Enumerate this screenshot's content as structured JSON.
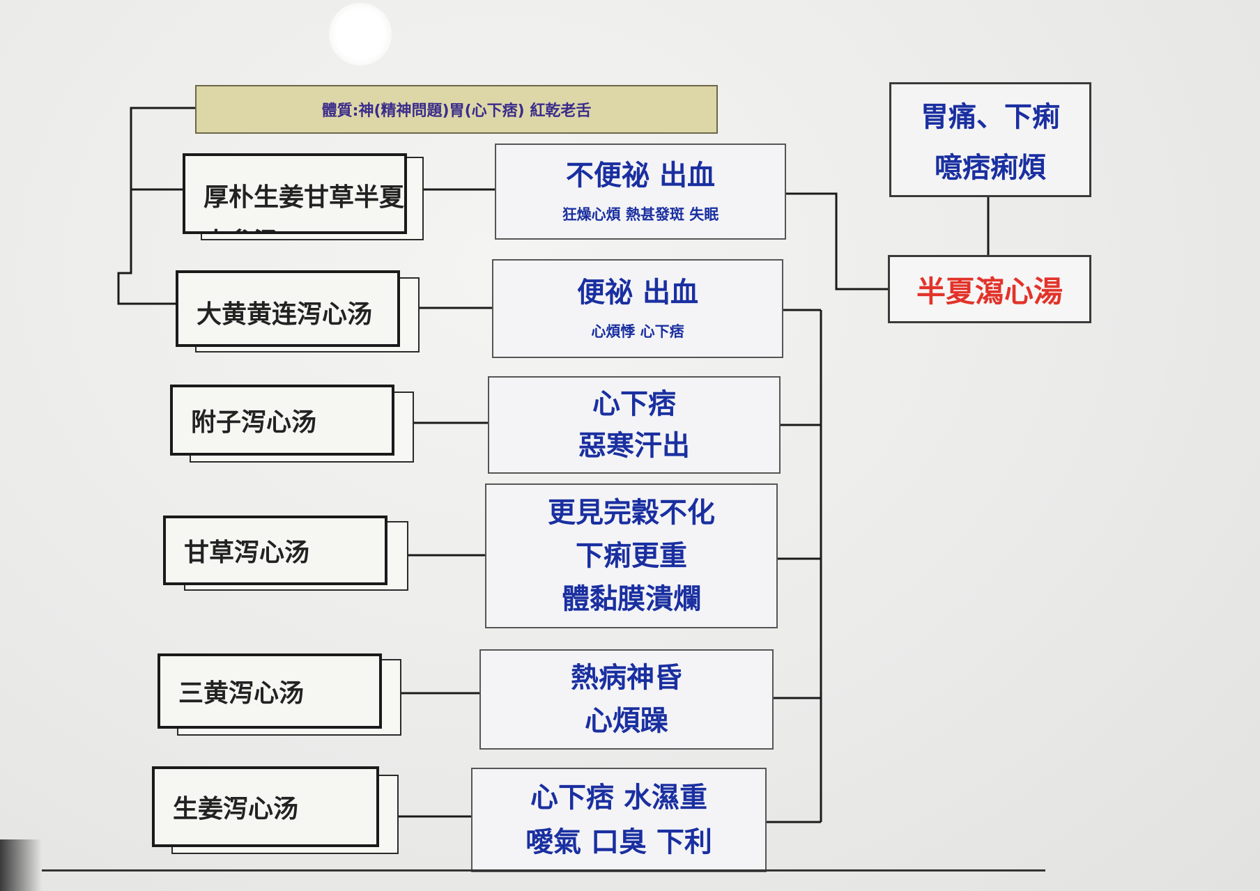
{
  "header": {
    "text": "體質:神(精神問題)胃(心下痞) 紅乾老舌"
  },
  "top_right": {
    "line1": "胃痛、下痢",
    "line2": "噫痞痢煩"
  },
  "main_formula": {
    "label": "半夏瀉心湯"
  },
  "formulas": [
    {
      "label": "厚朴生姜甘草半夏人参汤"
    },
    {
      "label": "大黄黄连泻心汤"
    },
    {
      "label": "附子泻心汤"
    },
    {
      "label": "甘草泻心汤"
    },
    {
      "label": "三黄泻心汤"
    },
    {
      "label": "生姜泻心汤"
    }
  ],
  "symptoms": [
    {
      "lines": [
        "不便祕  出血"
      ],
      "detail": "狂燥心煩 熱甚發斑 失眠"
    },
    {
      "lines": [
        "便祕 出血"
      ],
      "detail": "心煩悸 心下痞"
    },
    {
      "lines": [
        "心下痞",
        "惡寒汗出"
      ]
    },
    {
      "lines": [
        "更見完穀不化",
        "下痢更重",
        "體黏膜潰爛"
      ]
    },
    {
      "lines": [
        "熱病神昏",
        "心煩躁"
      ]
    },
    {
      "lines": [
        "心下痞 水濕重",
        "噯氣 口臭 下利"
      ]
    }
  ],
  "colors": {
    "symptom_text": "#1a2fa0",
    "main_formula_text": "#e2332a",
    "header_bg": "#ddd7a8",
    "header_text": "#3a2c8a"
  }
}
